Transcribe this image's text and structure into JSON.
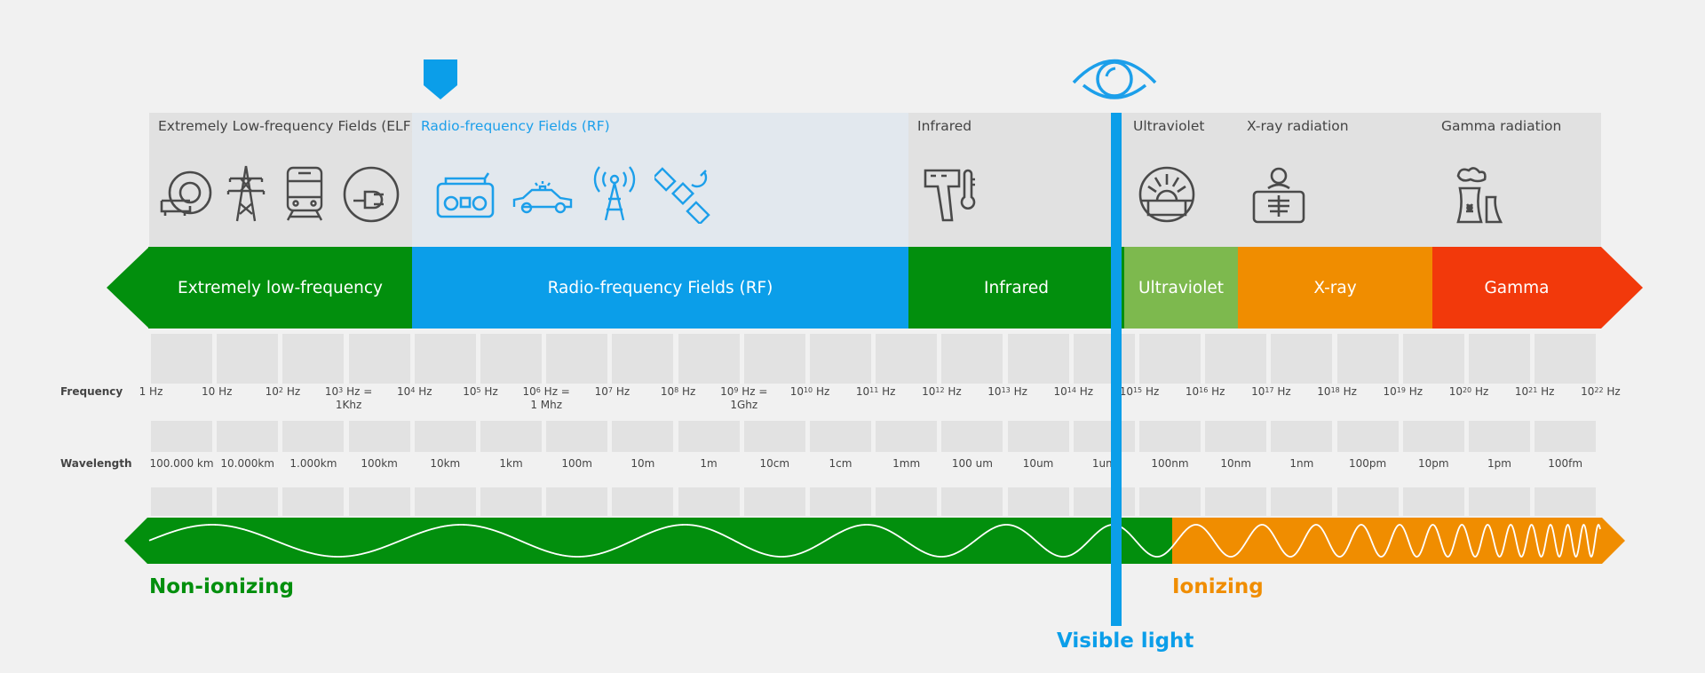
{
  "categories": [
    {
      "label": "Extremely Low-frequency Fields (ELF)",
      "band": "Extremely low-frequency"
    },
    {
      "label": "Radio-frequency Fields (RF)",
      "band": "Radio-frequency Fields (RF)"
    },
    {
      "label": "Infrared",
      "band": "Infrared"
    },
    {
      "label": "Ultraviolet",
      "band": "Ultraviolet"
    },
    {
      "label": "X-ray radiation",
      "band": "X-ray"
    },
    {
      "label": "Gamma radiation",
      "band": "Gamma"
    }
  ],
  "colors": {
    "elf": "#028f0d",
    "rf": "#0b9ee9",
    "infrared": "#028f0d",
    "uv": "#7db94e",
    "xray": "#f08d00",
    "gamma": "#f2390b",
    "visible": "#0b9ee9",
    "rf_panel": "#e2e8ee",
    "panel": "#e1e1e1",
    "icon_gray": "#4a4a4a",
    "icon_blue": "#1c9fea"
  },
  "rows": {
    "frequency": "Frequency",
    "wavelength": "Wavelength"
  },
  "frequency_ticks": [
    {
      "base": "1 Hz",
      "sup": "",
      "tail": "",
      "line2": ""
    },
    {
      "base": "10 Hz",
      "sup": "",
      "tail": "",
      "line2": ""
    },
    {
      "base": "10",
      "sup": "2",
      "tail": " Hz",
      "line2": ""
    },
    {
      "base": "10",
      "sup": "3",
      "tail": " Hz =",
      "line2": "1Khz"
    },
    {
      "base": "10",
      "sup": "4",
      "tail": " Hz",
      "line2": ""
    },
    {
      "base": "10",
      "sup": "5",
      "tail": " Hz",
      "line2": ""
    },
    {
      "base": "10",
      "sup": "6",
      "tail": " Hz =",
      "line2": "1 Mhz"
    },
    {
      "base": "10",
      "sup": "7",
      "tail": " Hz",
      "line2": ""
    },
    {
      "base": "10",
      "sup": "8",
      "tail": " Hz",
      "line2": ""
    },
    {
      "base": "10",
      "sup": "9",
      "tail": " Hz =",
      "line2": "1Ghz"
    },
    {
      "base": "10",
      "sup": "10",
      "tail": " Hz",
      "line2": ""
    },
    {
      "base": "10",
      "sup": "11",
      "tail": " Hz",
      "line2": ""
    },
    {
      "base": "10",
      "sup": "12",
      "tail": " Hz",
      "line2": ""
    },
    {
      "base": "10",
      "sup": "13",
      "tail": " Hz",
      "line2": ""
    },
    {
      "base": "10",
      "sup": "14",
      "tail": " Hz",
      "line2": ""
    },
    {
      "base": "10",
      "sup": "15",
      "tail": " Hz",
      "line2": ""
    },
    {
      "base": "10",
      "sup": "16",
      "tail": " Hz",
      "line2": ""
    },
    {
      "base": "10",
      "sup": "17",
      "tail": " Hz",
      "line2": ""
    },
    {
      "base": "10",
      "sup": "18",
      "tail": " Hz",
      "line2": ""
    },
    {
      "base": "10",
      "sup": "19",
      "tail": " Hz",
      "line2": ""
    },
    {
      "base": "10",
      "sup": "20",
      "tail": " Hz",
      "line2": ""
    },
    {
      "base": "10",
      "sup": "21",
      "tail": " Hz",
      "line2": ""
    },
    {
      "base": "10",
      "sup": "22",
      "tail": " Hz",
      "line2": ""
    }
  ],
  "wavelength_ticks": [
    "100.000 km",
    "10.000km",
    "1.000km",
    "100km",
    "10km",
    "1km",
    "100m",
    "10m",
    "1m",
    "10cm",
    "1cm",
    "1mm",
    "100 um",
    "10um",
    "1um",
    "100nm",
    "10nm",
    "1nm",
    "100pm",
    "10pm",
    "1pm",
    "100fm"
  ],
  "labels": {
    "non_ionizing": "Non-ionizing",
    "ionizing": "Ionizing",
    "visible_light": "Visible light"
  },
  "icons": {
    "elf": [
      "mri-scanner-icon",
      "power-pylon-icon",
      "train-icon",
      "power-plug-icon"
    ],
    "rf": [
      "radio-icon",
      "police-car-icon",
      "radio-tower-icon",
      "satellite-icon"
    ],
    "infrared": [
      "infrared-thermometer-icon"
    ],
    "uv": [
      "sun-icon"
    ],
    "xray": [
      "xray-person-icon"
    ],
    "gamma": [
      "nuclear-plant-icon"
    ],
    "top": [
      "marker-pentagon-icon",
      "eye-icon"
    ]
  }
}
